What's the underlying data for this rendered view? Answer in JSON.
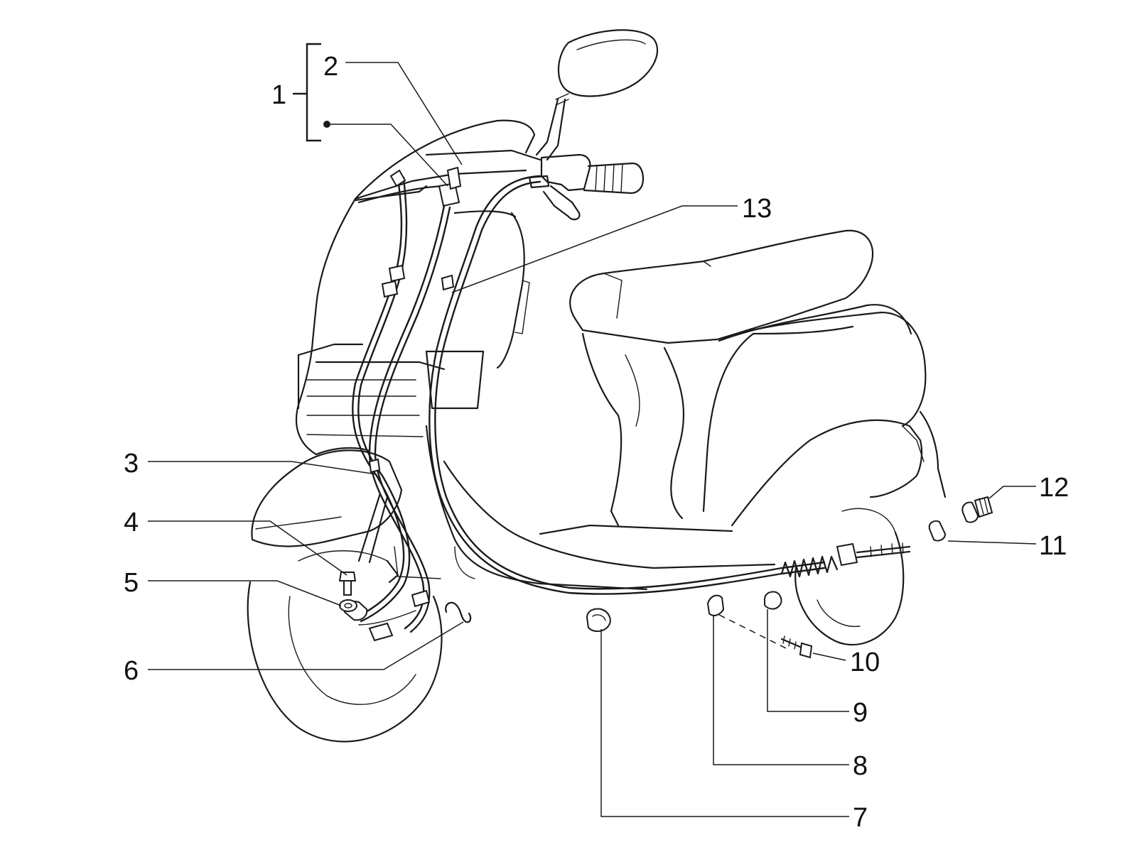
{
  "callouts": {
    "c1": "1",
    "c2": "2",
    "c3": "3",
    "c4": "4",
    "c5": "5",
    "c6": "6",
    "c7": "7",
    "c8": "8",
    "c9": "9",
    "c10": "10",
    "c11": "11",
    "c12": "12",
    "c13": "13"
  },
  "colors": {
    "ink": "#1a1a1a",
    "background": "#ffffff"
  }
}
